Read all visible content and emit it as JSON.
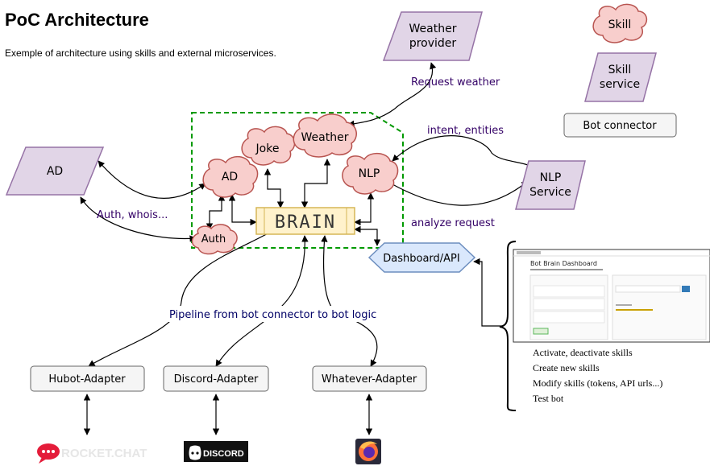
{
  "title": "PoC Architecture",
  "subtitle": "Exemple of architecture using skills and external microservices.",
  "legend": {
    "skill": "Skill",
    "skill_service": [
      "Skill",
      "service"
    ],
    "bot_connector": "Bot connector"
  },
  "services": {
    "weather_provider": [
      "Weather",
      "provider"
    ],
    "ad": "AD",
    "nlp_service": [
      "NLP",
      "Service"
    ]
  },
  "skills": {
    "joke": "Joke",
    "weather": "Weather",
    "ad": "AD",
    "nlp": "NLP",
    "auth": "Auth"
  },
  "brain": "BRAIN",
  "dashboard": "Dashboard/API",
  "edge_labels": {
    "request_weather": "Request weather",
    "intent_entities": "intent, entities",
    "analyze_request": "analyze request",
    "auth_whois": "Auth, whois...",
    "pipeline": "Pipeline from bot connector to bot logic"
  },
  "adapters": {
    "hubot": "Hubot-Adapter",
    "discord": "Discord-Adapter",
    "whatever": "Whatever-Adapter"
  },
  "logos": {
    "rocketchat": "ROCKET.CHAT",
    "discord": "DISCORD"
  },
  "dashboard_screenshot": {
    "title": "Bot Brain Dashboard"
  },
  "dashboard_features": [
    "Activate, deactivate skills",
    "Create new skills",
    "Modify skills (tokens, API urls...)",
    "Test bot"
  ],
  "colors": {
    "skill_fill": "#f8cecc",
    "skill_stroke": "#b85450",
    "service_fill": "#e1d5e7",
    "service_stroke": "#9673a6",
    "brain_fill": "#fff2cc",
    "brain_stroke": "#d6b656",
    "dashboard_fill": "#dae8fc",
    "dashboard_stroke": "#6c8ebf",
    "label_text": "#330066",
    "group_border": "#009900"
  }
}
